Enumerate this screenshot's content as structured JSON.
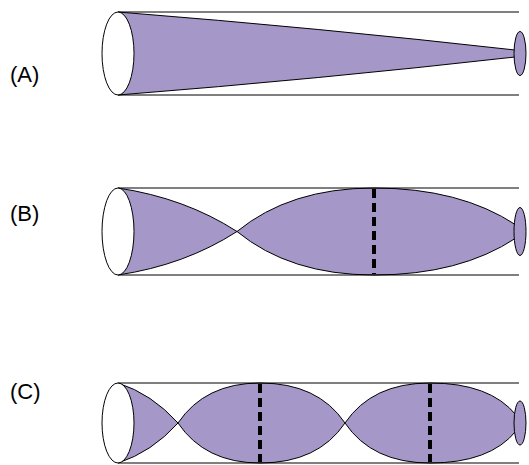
{
  "diagram": {
    "labels": [
      "(A)",
      "(B)",
      "(C)"
    ]
  }
}
